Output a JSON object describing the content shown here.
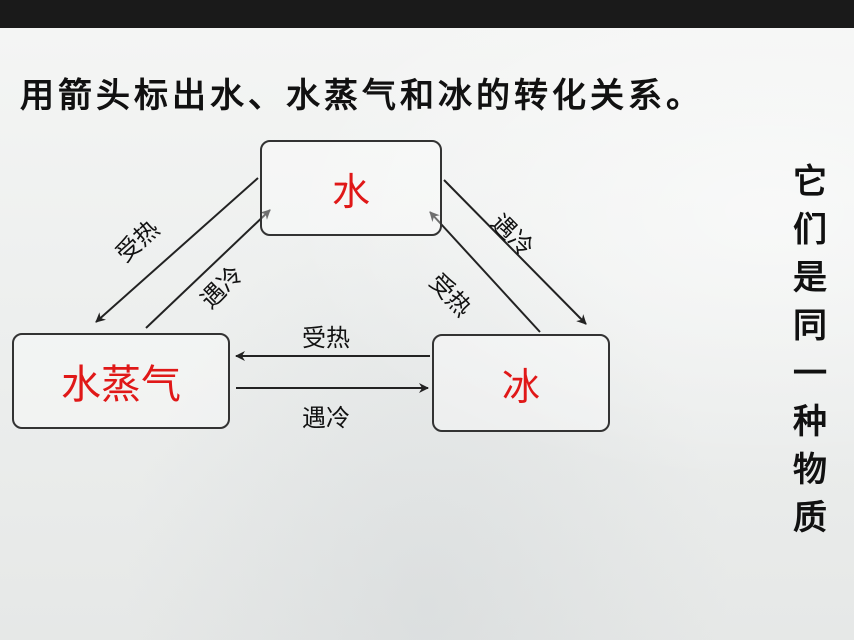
{
  "title": "用箭头标出水、水蒸气和冰的转化关系。",
  "nodes": {
    "water": "水",
    "vapor": "水蒸气",
    "ice": "冰"
  },
  "edges": {
    "vapor_to_water": "受热",
    "water_to_vapor": "遇冷",
    "water_to_ice": "遇冷",
    "ice_to_water": "受热",
    "ice_to_vapor": "受热",
    "vapor_to_ice": "遇冷"
  },
  "side_text": [
    "它",
    "们",
    "是",
    "同",
    "一",
    "种",
    "物",
    "质"
  ],
  "colors": {
    "node_text": "#e01818",
    "text": "#111111",
    "border": "#333333"
  }
}
